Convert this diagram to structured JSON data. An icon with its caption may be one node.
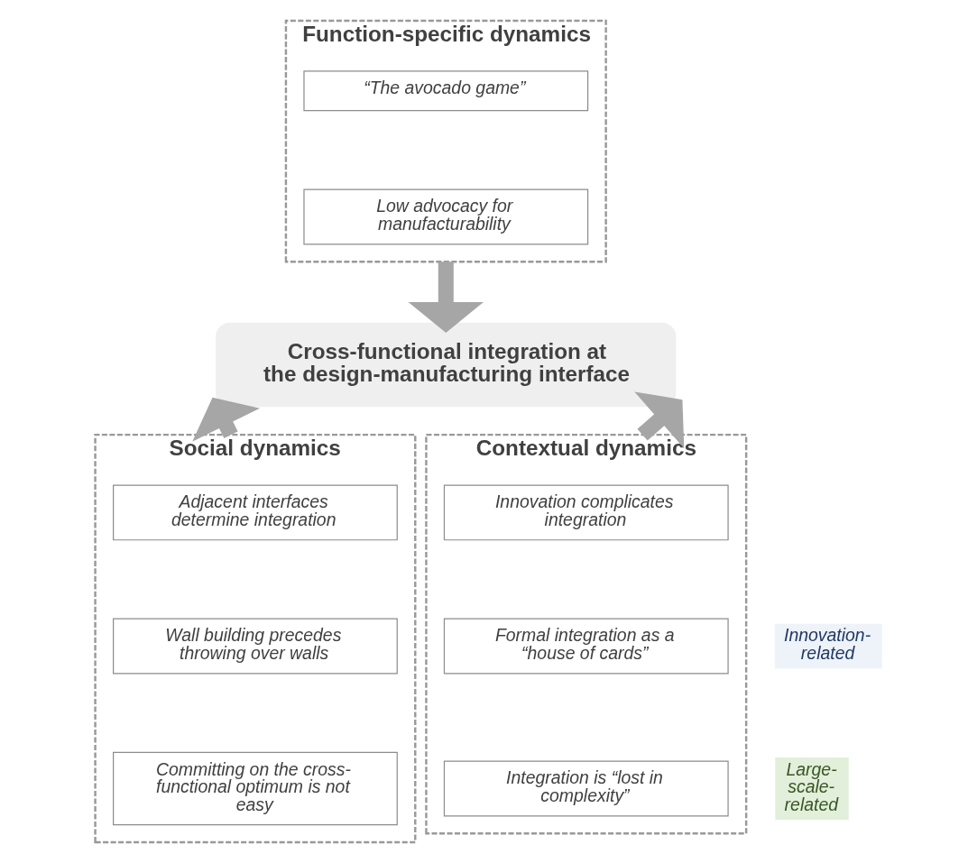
{
  "diagram": {
    "nodes": [
      {
        "text": [
          "Function-specific dynamics"
        ]
      },
      {
        "text": [
          "“The avocado game”"
        ],
        "in": 0
      },
      {
        "text": [
          "Low advocacy for manufacturability"
        ],
        "in": 0
      },
      {
        "text": [
          "Cross-functional integration at the design-manufacturing interface"
        ]
      },
      {
        "text": [
          "Social dynamics"
        ]
      },
      {
        "text": [
          "Adjacent interfaces determine integration"
        ],
        "in": 4
      },
      {
        "text": [
          "Wall building precedes throwing over walls"
        ],
        "in": 4
      },
      {
        "text": [
          "Committing on the cross-functional optimum is not easy"
        ],
        "in": 4
      },
      {
        "text": [
          "Contextual dynamics"
        ]
      },
      {
        "text": [
          "Innovation complicates integration"
        ],
        "in": 8
      },
      {
        "text": [
          "Formal integration as a “house of cards”"
        ],
        "in": 8
      },
      {
        "text": [
          "Integration is “lost in complexity”"
        ],
        "in": 8
      },
      {
        "text": [
          "Innovation-related"
        ]
      },
      {
        "text": [
          "Large-scale-related"
        ]
      }
    ],
    "edges": [
      {
        "from": 0,
        "to": 3,
        "arrow": "to"
      },
      {
        "from": 4,
        "to": 3,
        "arrow": "to"
      },
      {
        "from": 8,
        "to": 3,
        "arrow": "to"
      }
    ]
  }
}
